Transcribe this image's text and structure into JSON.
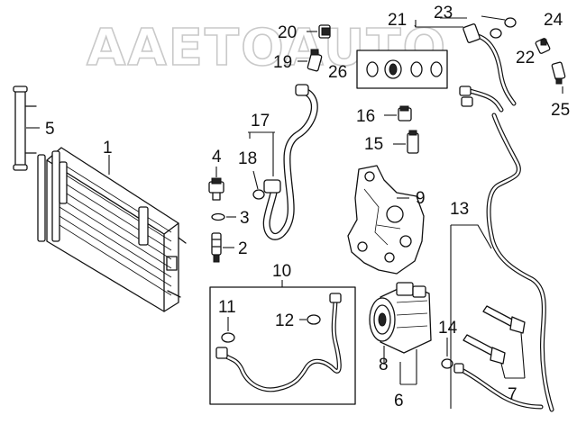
{
  "watermark": "AAETOAUTO",
  "callouts": {
    "c1": "1",
    "c2": "2",
    "c3": "3",
    "c4": "4",
    "c5": "5",
    "c6": "6",
    "c7": "7",
    "c8": "8",
    "c9": "9",
    "c10": "10",
    "c11": "11",
    "c12": "12",
    "c13": "13",
    "c14": "14",
    "c15": "15",
    "c16": "16",
    "c17": "17",
    "c18": "18",
    "c19": "19",
    "c20": "20",
    "c21": "21",
    "c22": "22",
    "c23": "23",
    "c24": "24",
    "c25": "25",
    "c26": "26"
  }
}
